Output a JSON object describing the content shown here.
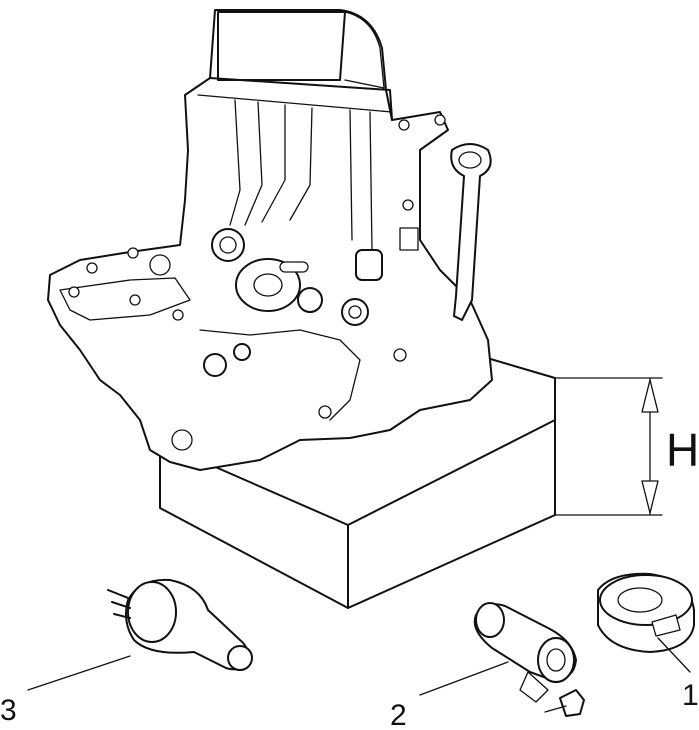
{
  "diagram": {
    "dimension_label": "H",
    "callouts": [
      {
        "id": "1",
        "text": "1"
      },
      {
        "id": "2",
        "text": "2"
      },
      {
        "id": "3",
        "text": "3"
      }
    ]
  }
}
